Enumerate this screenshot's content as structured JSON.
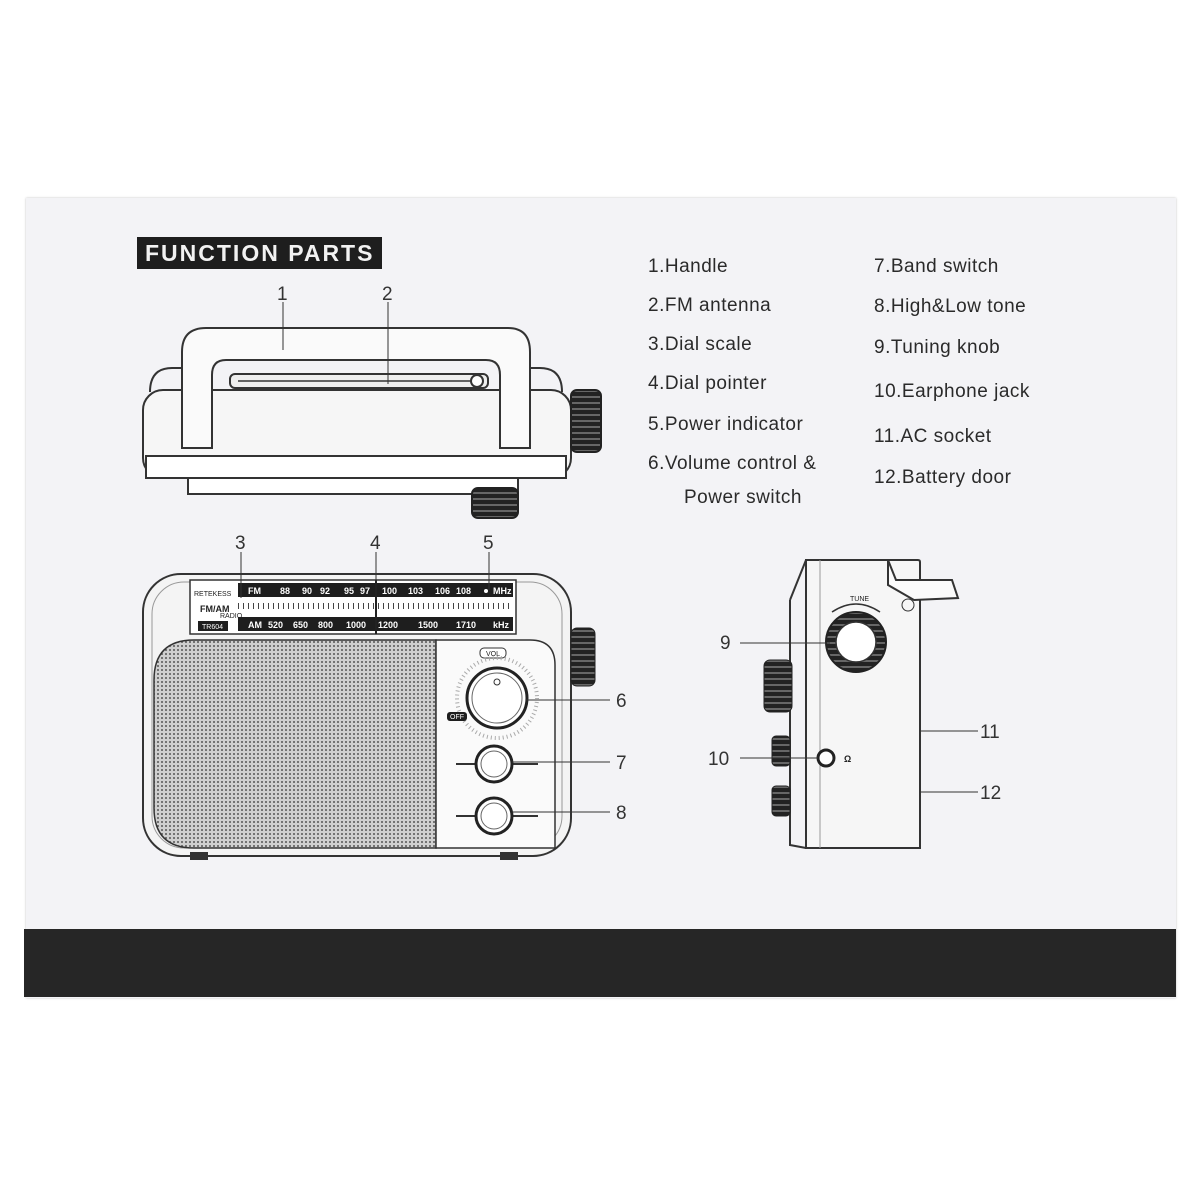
{
  "section_title": "FUNCTION PARTS",
  "parts": [
    {
      "label": "1.Handle"
    },
    {
      "label": "2.FM antenna"
    },
    {
      "label": "3.Dial scale"
    },
    {
      "label": "4.Dial pointer"
    },
    {
      "label": "5.Power indicator"
    },
    {
      "label": "6.Volume control &"
    },
    {
      "label": "Power switch"
    },
    {
      "label": "7.Band switch"
    },
    {
      "label": "8.High&Low tone"
    },
    {
      "label": "9.Tuning knob"
    },
    {
      "label": "10.Earphone jack"
    },
    {
      "label": "11.AC socket"
    },
    {
      "label": "12.Battery door"
    }
  ],
  "callouts": [
    "1",
    "2",
    "3",
    "4",
    "5",
    "6",
    "7",
    "8",
    "9",
    "10",
    "11",
    "12"
  ],
  "radio": {
    "brand": "RETEKESS",
    "model_line1": "FM/AM",
    "model_line2": "RADIO",
    "model_code": "TR604",
    "fm_band": "FM",
    "fm_scale": [
      "88",
      "90",
      "92",
      "95",
      "97",
      "100",
      "103",
      "106",
      "108"
    ],
    "fm_unit": "MHz",
    "am_band": "AM",
    "am_scale": [
      "520",
      "650",
      "800",
      "1000",
      "1200",
      "1500",
      "1710"
    ],
    "am_unit": "kHz",
    "vol_label": "VOL",
    "off_label": "OFF",
    "tune_label": "TUNE",
    "earphone_symbol": "Ω"
  }
}
